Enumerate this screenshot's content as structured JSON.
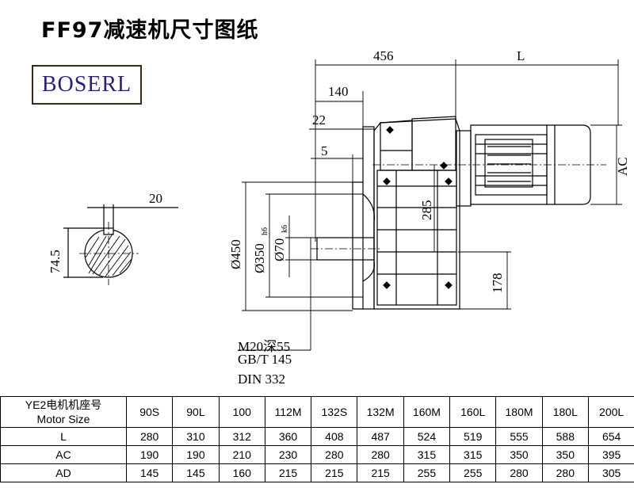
{
  "title": "FF97减速机尺寸图纸",
  "logo_text": "BOSERL",
  "dimensions": {
    "overall_456": "456",
    "motor_L": "L",
    "d140": "140",
    "d22": "22",
    "d5": "5",
    "motor_AC": "AC",
    "d285": "285",
    "d178": "178",
    "dia450": "Ø450",
    "dia350": "Ø350",
    "dia350_tol": "h6",
    "dia70": "Ø70",
    "dia70_tol": "k6",
    "key20": "20",
    "key74_5": "74.5"
  },
  "notes": {
    "thread": "M20深55",
    "gbt": "GB/T 145",
    "din": "DIN 332"
  },
  "table": {
    "header_line1": "YE2电机机座号",
    "header_line2": "Motor Size",
    "sizes": [
      "90S",
      "90L",
      "100",
      "112M",
      "132S",
      "132M",
      "160M",
      "160L",
      "180M",
      "180L",
      "200L"
    ],
    "rows": [
      {
        "label": "L",
        "values": [
          "280",
          "310",
          "312",
          "360",
          "408",
          "487",
          "524",
          "519",
          "555",
          "588",
          "654"
        ]
      },
      {
        "label": "AC",
        "values": [
          "190",
          "190",
          "210",
          "230",
          "280",
          "280",
          "315",
          "315",
          "350",
          "350",
          "395"
        ]
      },
      {
        "label": "AD",
        "values": [
          "145",
          "145",
          "160",
          "215",
          "215",
          "215",
          "255",
          "255",
          "280",
          "280",
          "305"
        ]
      }
    ]
  },
  "colors": {
    "logo_border": "#3a2a1a",
    "logo_text": "#2f1e73"
  }
}
